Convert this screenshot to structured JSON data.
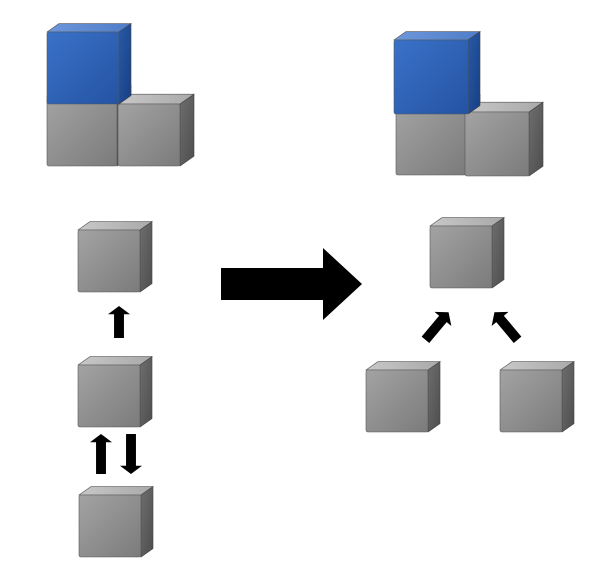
{
  "colors": {
    "background": "#ffffff",
    "gray_front": "#8e8e8e",
    "gray_top": "#b9b9b9",
    "gray_side": "#5f5f5f",
    "blue_front": "#2f63b8",
    "blue_top": "#5c89d4",
    "blue_side": "#1e4a94",
    "arrow": "#000000"
  },
  "diagram": {
    "left_top_group": {
      "cubes": [
        {
          "name": "blue-cube",
          "color": "blue"
        },
        {
          "name": "gray-cube-bottom-left",
          "color": "gray"
        },
        {
          "name": "gray-cube-bottom-right",
          "color": "gray"
        }
      ]
    },
    "right_top_group": {
      "cubes": [
        {
          "name": "blue-cube",
          "color": "blue"
        },
        {
          "name": "gray-cube-bottom-left",
          "color": "gray"
        },
        {
          "name": "gray-cube-bottom-right",
          "color": "gray"
        }
      ]
    },
    "left_chain": {
      "cubes": [
        "top",
        "middle",
        "bottom"
      ],
      "arrows": [
        "up-arrow",
        "up-arrow",
        "down-arrow"
      ]
    },
    "transition_arrow": {
      "icon": "right-arrow-icon"
    },
    "right_tree": {
      "cubes": [
        "top",
        "bottom-left",
        "bottom-right"
      ],
      "arrows": [
        "diagonal-up-right-arrow",
        "diagonal-up-left-arrow"
      ]
    }
  }
}
